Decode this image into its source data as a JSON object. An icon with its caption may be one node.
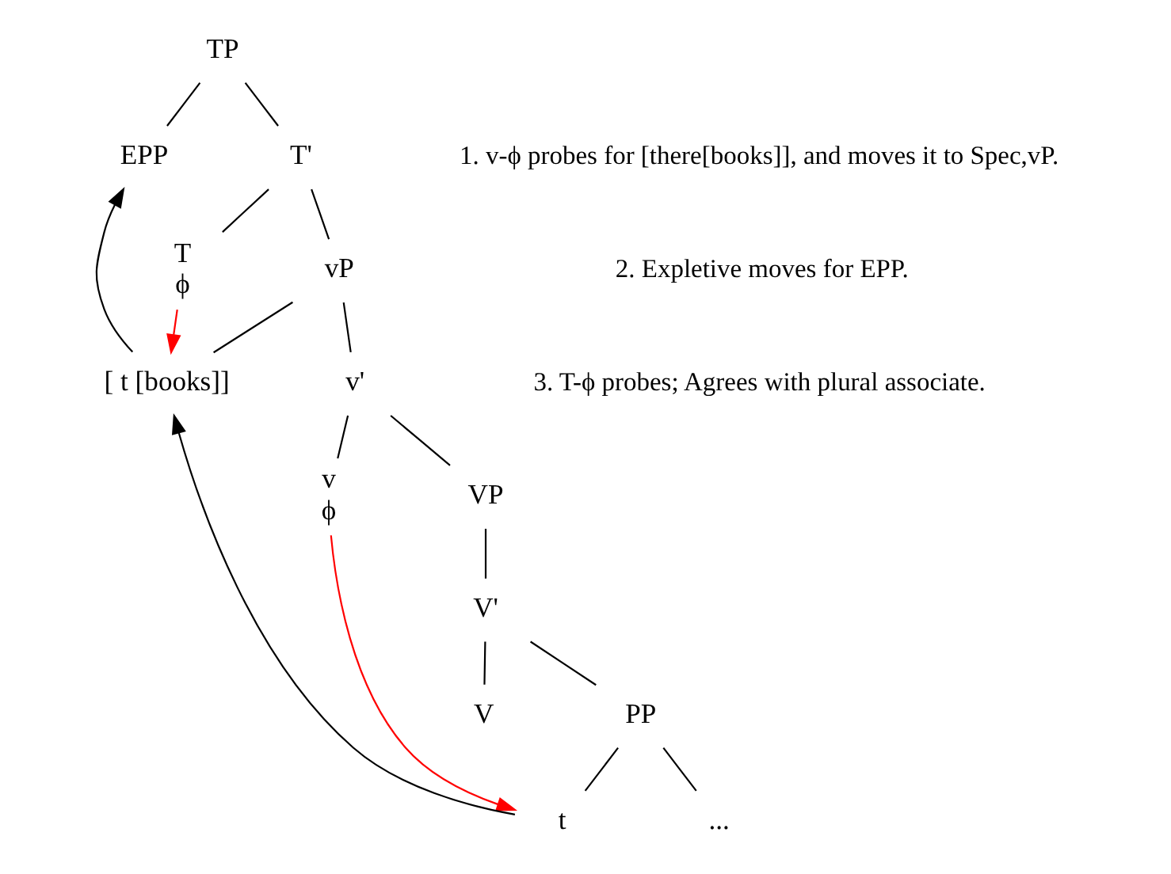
{
  "diagram": {
    "nodes": [
      {
        "text": [
          "TP"
        ]
      },
      {
        "text": [
          "EPP"
        ]
      },
      {
        "text": [
          "T'"
        ]
      },
      {
        "text": [
          "T",
          "ϕ"
        ]
      },
      {
        "text": [
          "vP"
        ]
      },
      {
        "text": [
          "[ t [books]]"
        ]
      },
      {
        "text": [
          "v'"
        ]
      },
      {
        "text": [
          "v",
          "ϕ"
        ]
      },
      {
        "text": [
          "VP"
        ]
      },
      {
        "text": [
          "V'"
        ]
      },
      {
        "text": [
          "V"
        ]
      },
      {
        "text": [
          "PP"
        ]
      },
      {
        "text": [
          "t"
        ]
      },
      {
        "text": [
          "..."
        ]
      }
    ],
    "edges": [
      {
        "from": 0,
        "to": 1,
        "arrow": "none"
      },
      {
        "from": 0,
        "to": 2,
        "arrow": "none"
      },
      {
        "from": 2,
        "to": 3,
        "arrow": "none"
      },
      {
        "from": 2,
        "to": 4,
        "arrow": "none"
      },
      {
        "from": 4,
        "to": 5,
        "arrow": "none"
      },
      {
        "from": 4,
        "to": 6,
        "arrow": "none"
      },
      {
        "from": 6,
        "to": 7,
        "arrow": "none"
      },
      {
        "from": 6,
        "to": 8,
        "arrow": "none"
      },
      {
        "from": 8,
        "to": 9,
        "arrow": "none"
      },
      {
        "from": 9,
        "to": 10,
        "arrow": "none"
      },
      {
        "from": 9,
        "to": 11,
        "arrow": "none"
      },
      {
        "from": 11,
        "to": 12,
        "arrow": "none"
      },
      {
        "from": 11,
        "to": 13,
        "arrow": "none"
      },
      {
        "from": 3,
        "to": 5,
        "arrow": "to",
        "color": "#ff0000"
      },
      {
        "from": 5,
        "to": 1,
        "arrow": "to"
      },
      {
        "from": 12,
        "to": 5,
        "arrow": "to"
      },
      {
        "from": 7,
        "to": 12,
        "arrow": "to",
        "color": "#ff0000"
      }
    ],
    "labels": [
      "1. v-ϕ probes for [there[books]], and moves it to Spec,vP.",
      "2. Expletive moves for EPP.",
      "3. T-ϕ probes; Agrees with plural associate."
    ]
  }
}
